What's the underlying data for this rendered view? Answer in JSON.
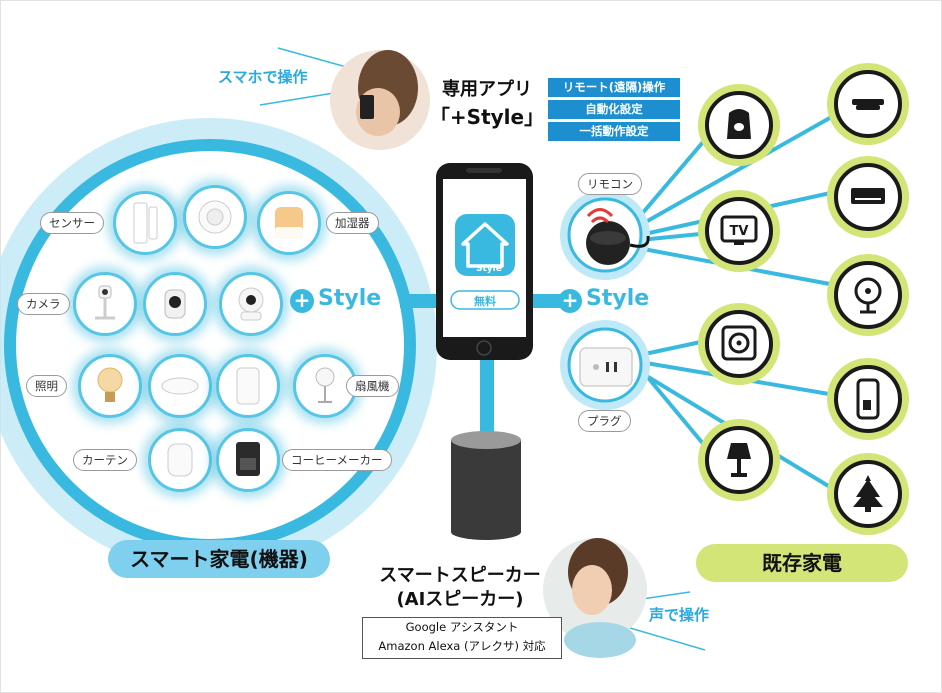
{
  "app": {
    "title_line1": "専用アプリ",
    "title_line2": "「+Style」",
    "features": [
      "リモート(遠隔)操作",
      "自動化設定",
      "一括動作設定"
    ],
    "smartphone_caption": "スマホで操作",
    "screen_brand": "Style",
    "screen_label": "無料"
  },
  "left_hub": {
    "brand": "Style",
    "categories": {
      "sensor": "センサー",
      "humidifier": "加湿器",
      "camera": "カメラ",
      "light": "照明",
      "fan": "扇風機",
      "curtain": "カーテン",
      "coffee": "コーヒーメーカー"
    },
    "footer": "スマート家電(機器)"
  },
  "right_hub": {
    "brand": "Style",
    "remote_label": "リモコン",
    "plug_label": "プラグ",
    "tv_label": "TV",
    "footer": "既存家電"
  },
  "speaker": {
    "title_line1": "スマートスピーカー",
    "title_line2": "(AIスピーカー)",
    "support_line1": "Google アシスタント",
    "support_line2": "Amazon Alexa (アレクサ) 対応",
    "voice_caption": "声で操作"
  },
  "colors": {
    "blue": "#3ab9e0",
    "green": "#d2e576",
    "badge": "#1d8fd0",
    "left_footer_bg": "#7fd0ee",
    "right_footer_bg": "#d2e576"
  }
}
